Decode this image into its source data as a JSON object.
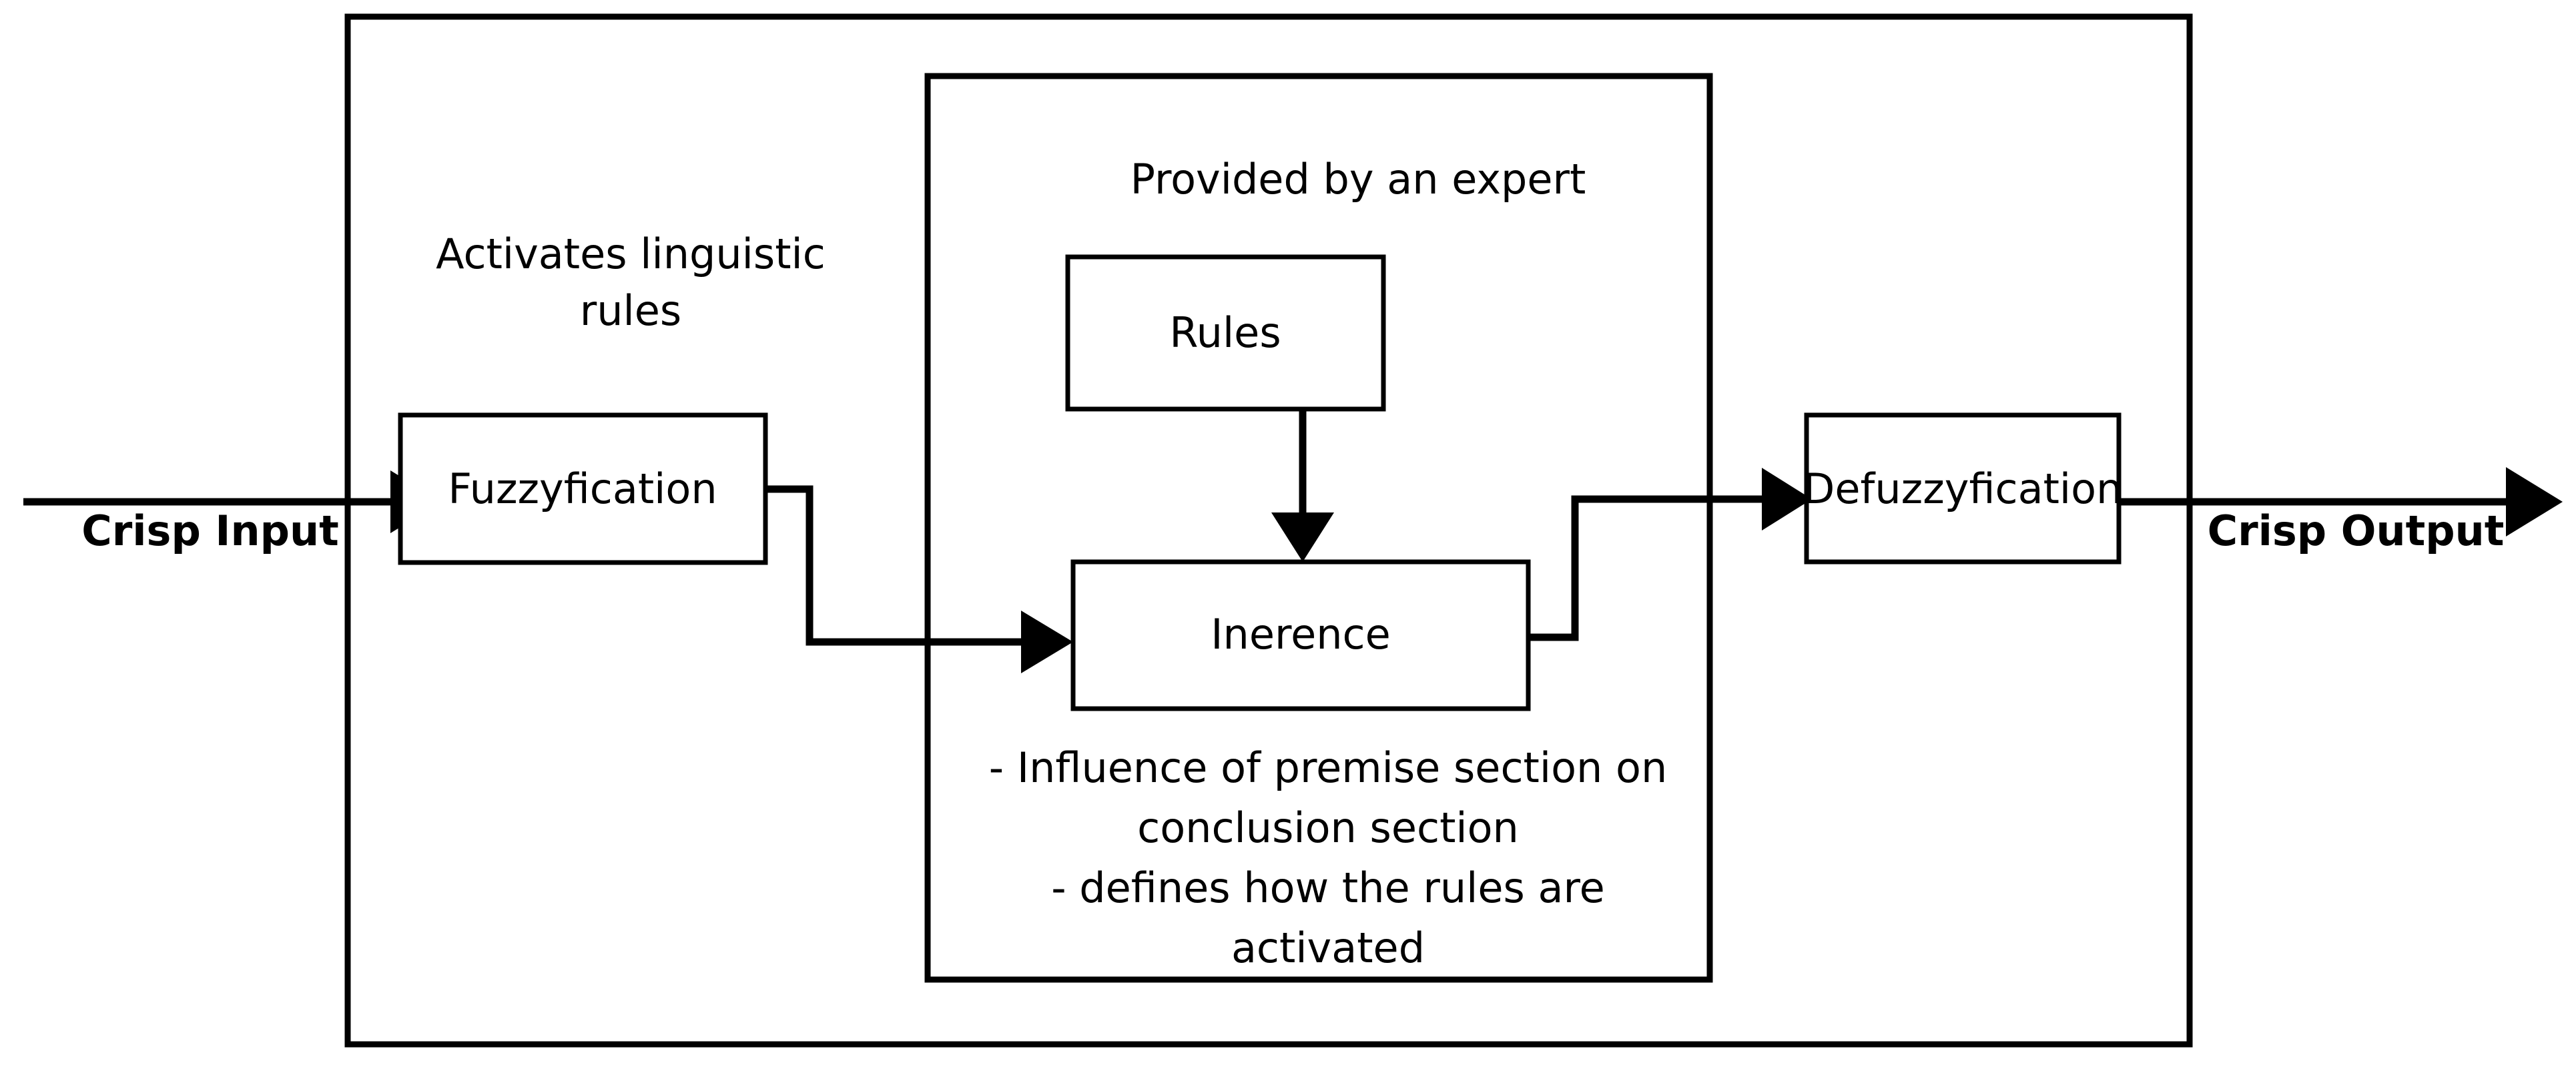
{
  "diagram": {
    "title": "Fuzzy Logic System Block Diagram",
    "background_color": "#ffffff",
    "line_color": "#000000",
    "boxes": {
      "fuzzyfication": {
        "label": "Fuzzyfication"
      },
      "rules": {
        "label": "Rules"
      },
      "inference": {
        "label": "Inerence"
      },
      "defuzzyfication": {
        "label": "Defuzzyfication"
      }
    },
    "annotations": {
      "activates_rules_line1": "Activates linguistic",
      "activates_rules_line2": "rules",
      "provided_by_expert": "Provided by an expert",
      "inference_note_line1": "- Influence of premise section on",
      "inference_note_line2": "conclusion section",
      "inference_note_line3": "- defines how the rules are",
      "inference_note_line4": "activated"
    },
    "io": {
      "crisp_input": "Crisp Input",
      "crisp_output": "Crisp Output"
    }
  }
}
